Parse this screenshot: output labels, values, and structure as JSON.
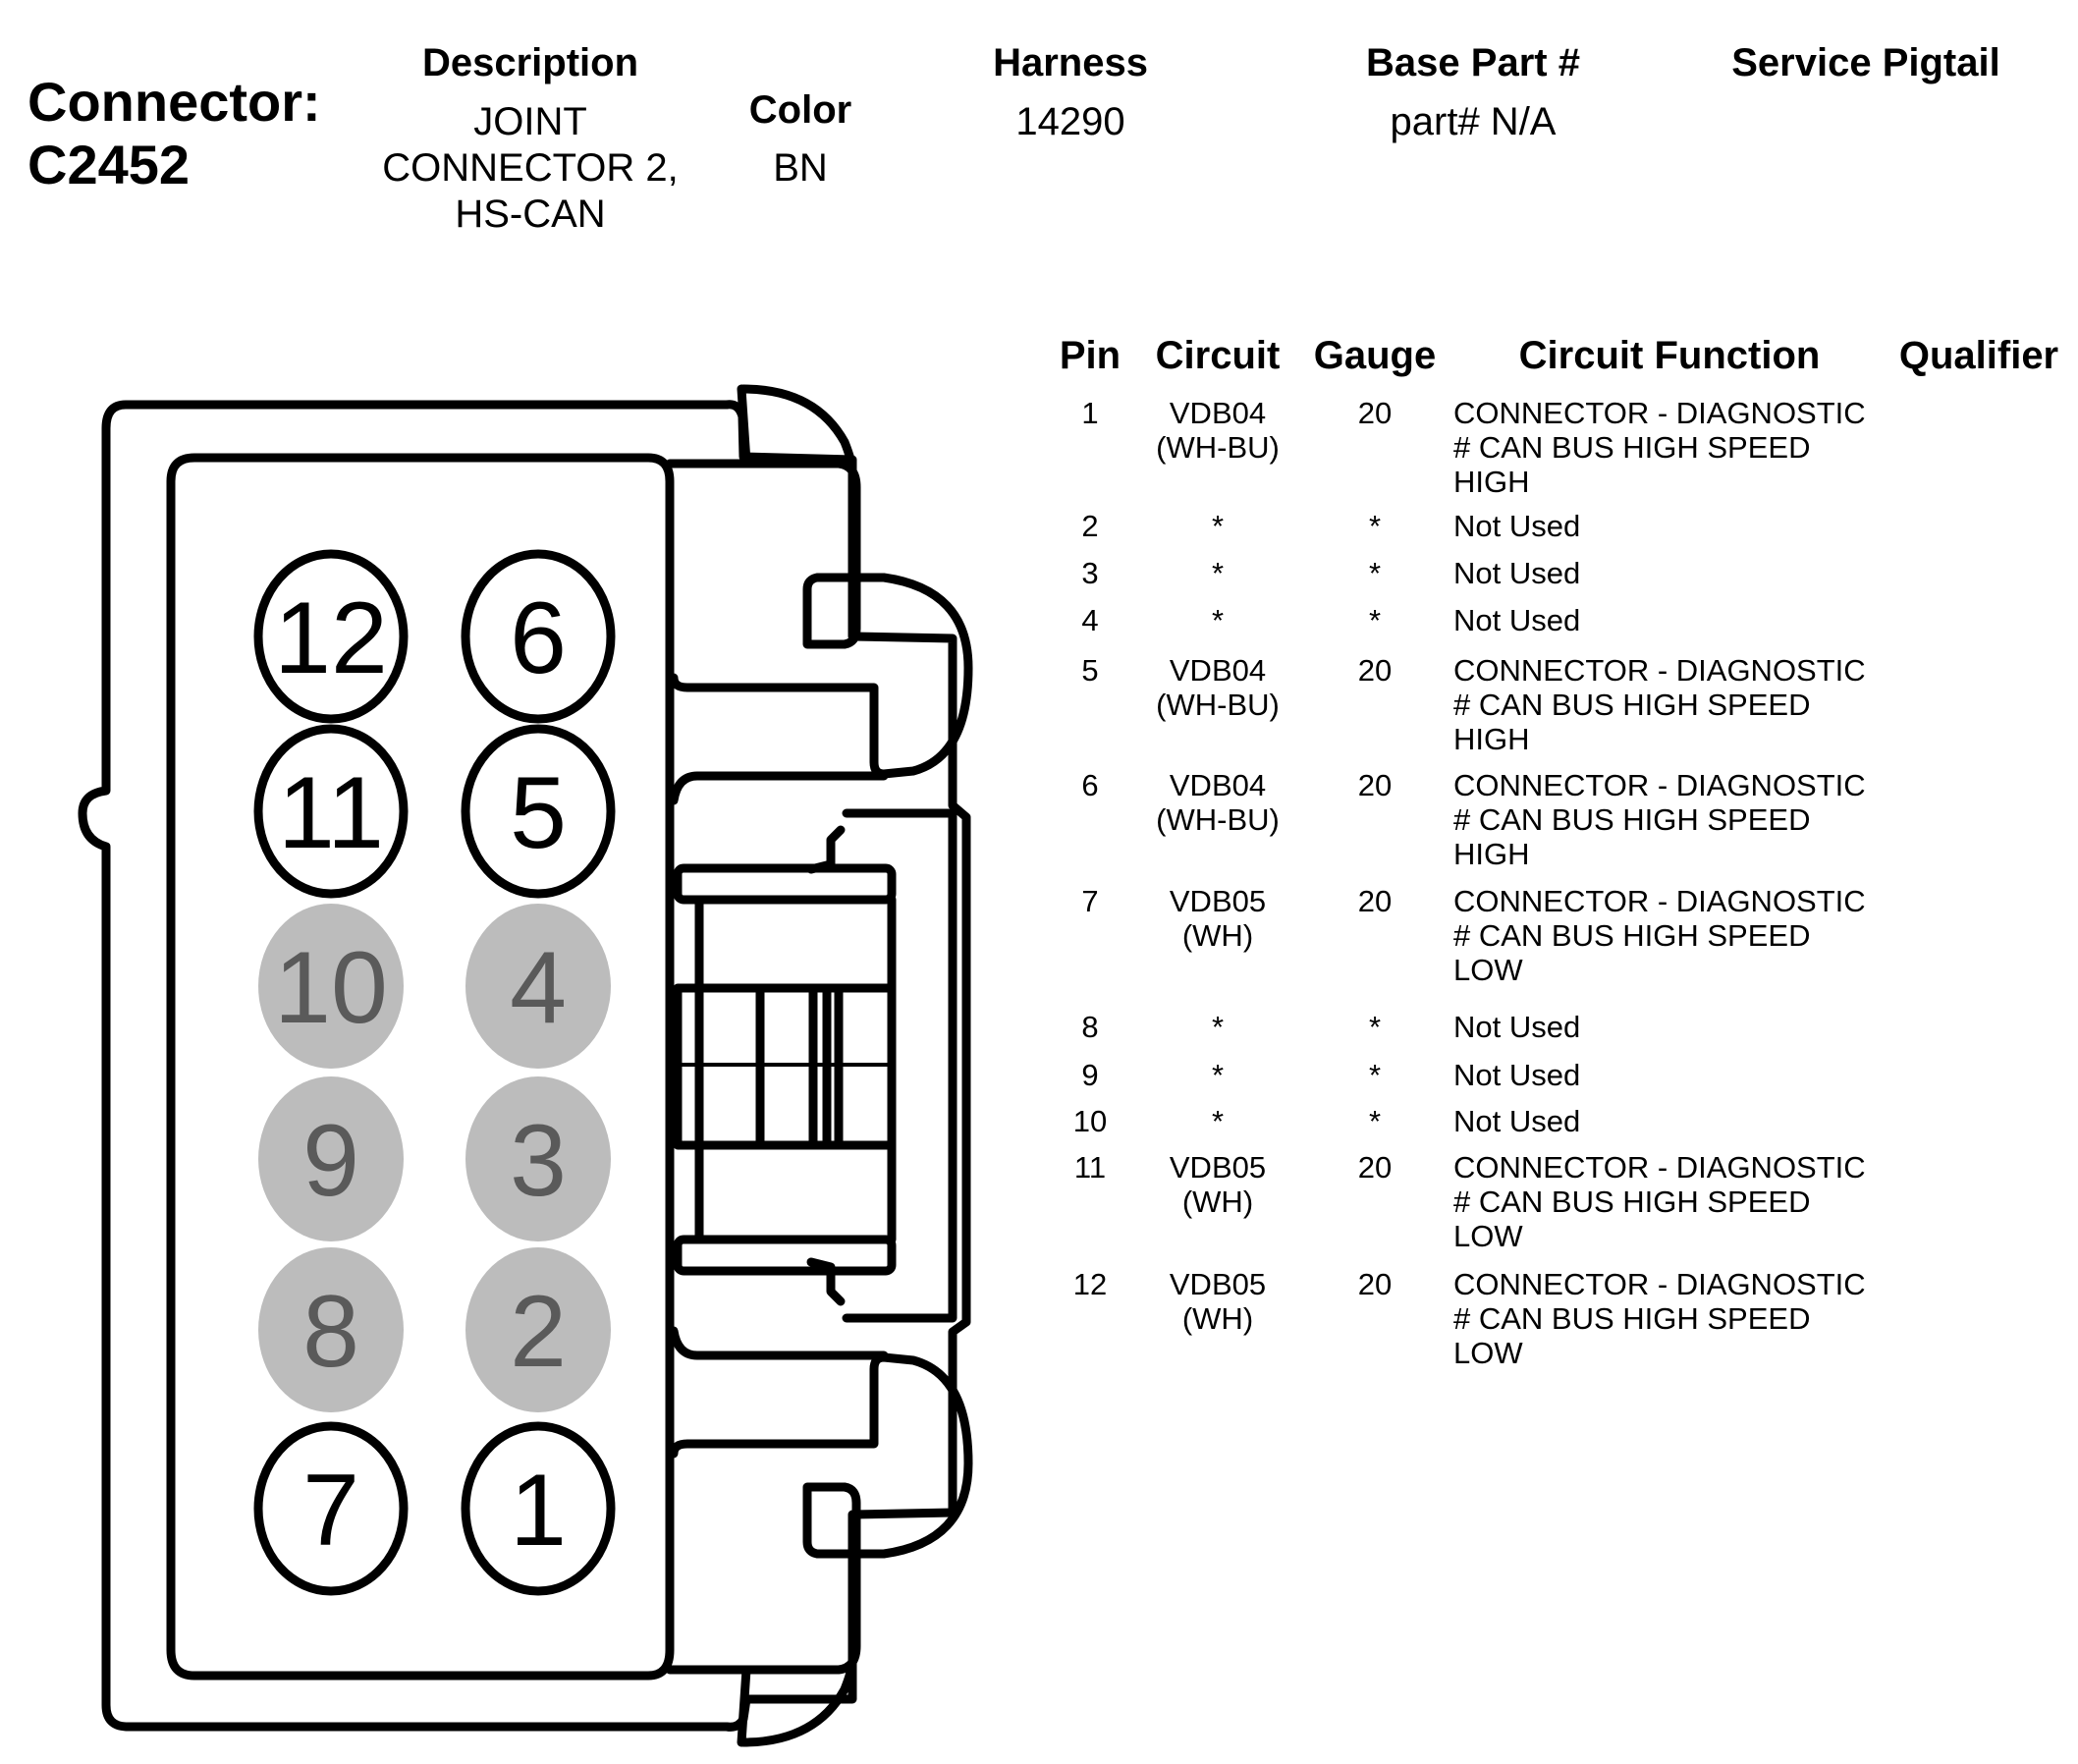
{
  "connector": {
    "label": "Connector:",
    "id": "C2452"
  },
  "header": {
    "description": {
      "label": "Description",
      "lines": [
        "JOINT",
        "CONNECTOR 2,",
        "HS-CAN"
      ]
    },
    "color": {
      "label": "Color",
      "value": "BN"
    },
    "harness": {
      "label": "Harness",
      "value": "14290"
    },
    "base_part": {
      "label": "Base Part #",
      "value": "part# N/A"
    },
    "service_pigtail": {
      "label": "Service Pigtail",
      "value": ""
    }
  },
  "table": {
    "columns": [
      "Pin",
      "Circuit",
      "Gauge",
      "Circuit Function",
      "Qualifier"
    ],
    "rows": [
      {
        "pin": "1",
        "circuit": [
          "VDB04",
          "(WH-BU)"
        ],
        "gauge": "20",
        "function": [
          "CONNECTOR - DIAGNOSTIC",
          "# CAN BUS HIGH SPEED",
          "HIGH"
        ],
        "qualifier": ""
      },
      {
        "pin": "2",
        "circuit": [
          "*"
        ],
        "gauge": "*",
        "function": [
          "Not Used"
        ],
        "qualifier": ""
      },
      {
        "pin": "3",
        "circuit": [
          "*"
        ],
        "gauge": "*",
        "function": [
          "Not Used"
        ],
        "qualifier": ""
      },
      {
        "pin": "4",
        "circuit": [
          "*"
        ],
        "gauge": "*",
        "function": [
          "Not Used"
        ],
        "qualifier": ""
      },
      {
        "pin": "5",
        "circuit": [
          "VDB04",
          "(WH-BU)"
        ],
        "gauge": "20",
        "function": [
          "CONNECTOR - DIAGNOSTIC",
          "# CAN BUS HIGH SPEED",
          "HIGH"
        ],
        "qualifier": ""
      },
      {
        "pin": "6",
        "circuit": [
          "VDB04",
          "(WH-BU)"
        ],
        "gauge": "20",
        "function": [
          "CONNECTOR - DIAGNOSTIC",
          "# CAN BUS HIGH SPEED",
          "HIGH"
        ],
        "qualifier": ""
      },
      {
        "pin": "7",
        "circuit": [
          "VDB05",
          "(WH)"
        ],
        "gauge": "20",
        "function": [
          "CONNECTOR - DIAGNOSTIC",
          "# CAN BUS HIGH SPEED",
          "LOW"
        ],
        "qualifier": ""
      },
      {
        "pin": "8",
        "circuit": [
          "*"
        ],
        "gauge": "*",
        "function": [
          "Not Used"
        ],
        "qualifier": ""
      },
      {
        "pin": "9",
        "circuit": [
          "*"
        ],
        "gauge": "*",
        "function": [
          "Not Used"
        ],
        "qualifier": ""
      },
      {
        "pin": "10",
        "circuit": [
          "*"
        ],
        "gauge": "*",
        "function": [
          "Not Used"
        ],
        "qualifier": ""
      },
      {
        "pin": "11",
        "circuit": [
          "VDB05",
          "(WH)"
        ],
        "gauge": "20",
        "function": [
          "CONNECTOR - DIAGNOSTIC",
          "# CAN BUS HIGH SPEED",
          "LOW"
        ],
        "qualifier": ""
      },
      {
        "pin": "12",
        "circuit": [
          "VDB05",
          "(WH)"
        ],
        "gauge": "20",
        "function": [
          "CONNECTOR - DIAGNOSTIC",
          "# CAN BUS HIGH SPEED",
          "LOW"
        ],
        "qualifier": ""
      }
    ]
  },
  "diagram": {
    "pins": [
      {
        "label": "12",
        "used": true
      },
      {
        "label": "6",
        "used": true
      },
      {
        "label": "11",
        "used": true
      },
      {
        "label": "5",
        "used": true
      },
      {
        "label": "10",
        "used": false
      },
      {
        "label": "4",
        "used": false
      },
      {
        "label": "9",
        "used": false
      },
      {
        "label": "3",
        "used": false
      },
      {
        "label": "8",
        "used": false
      },
      {
        "label": "2",
        "used": false
      },
      {
        "label": "7",
        "used": true
      },
      {
        "label": "1",
        "used": true
      }
    ],
    "colors": {
      "used_fill": "#ffffff",
      "unused_fill": "#bcbcbc",
      "outline": "#000000",
      "unused_text": "#5a5a5a"
    }
  }
}
